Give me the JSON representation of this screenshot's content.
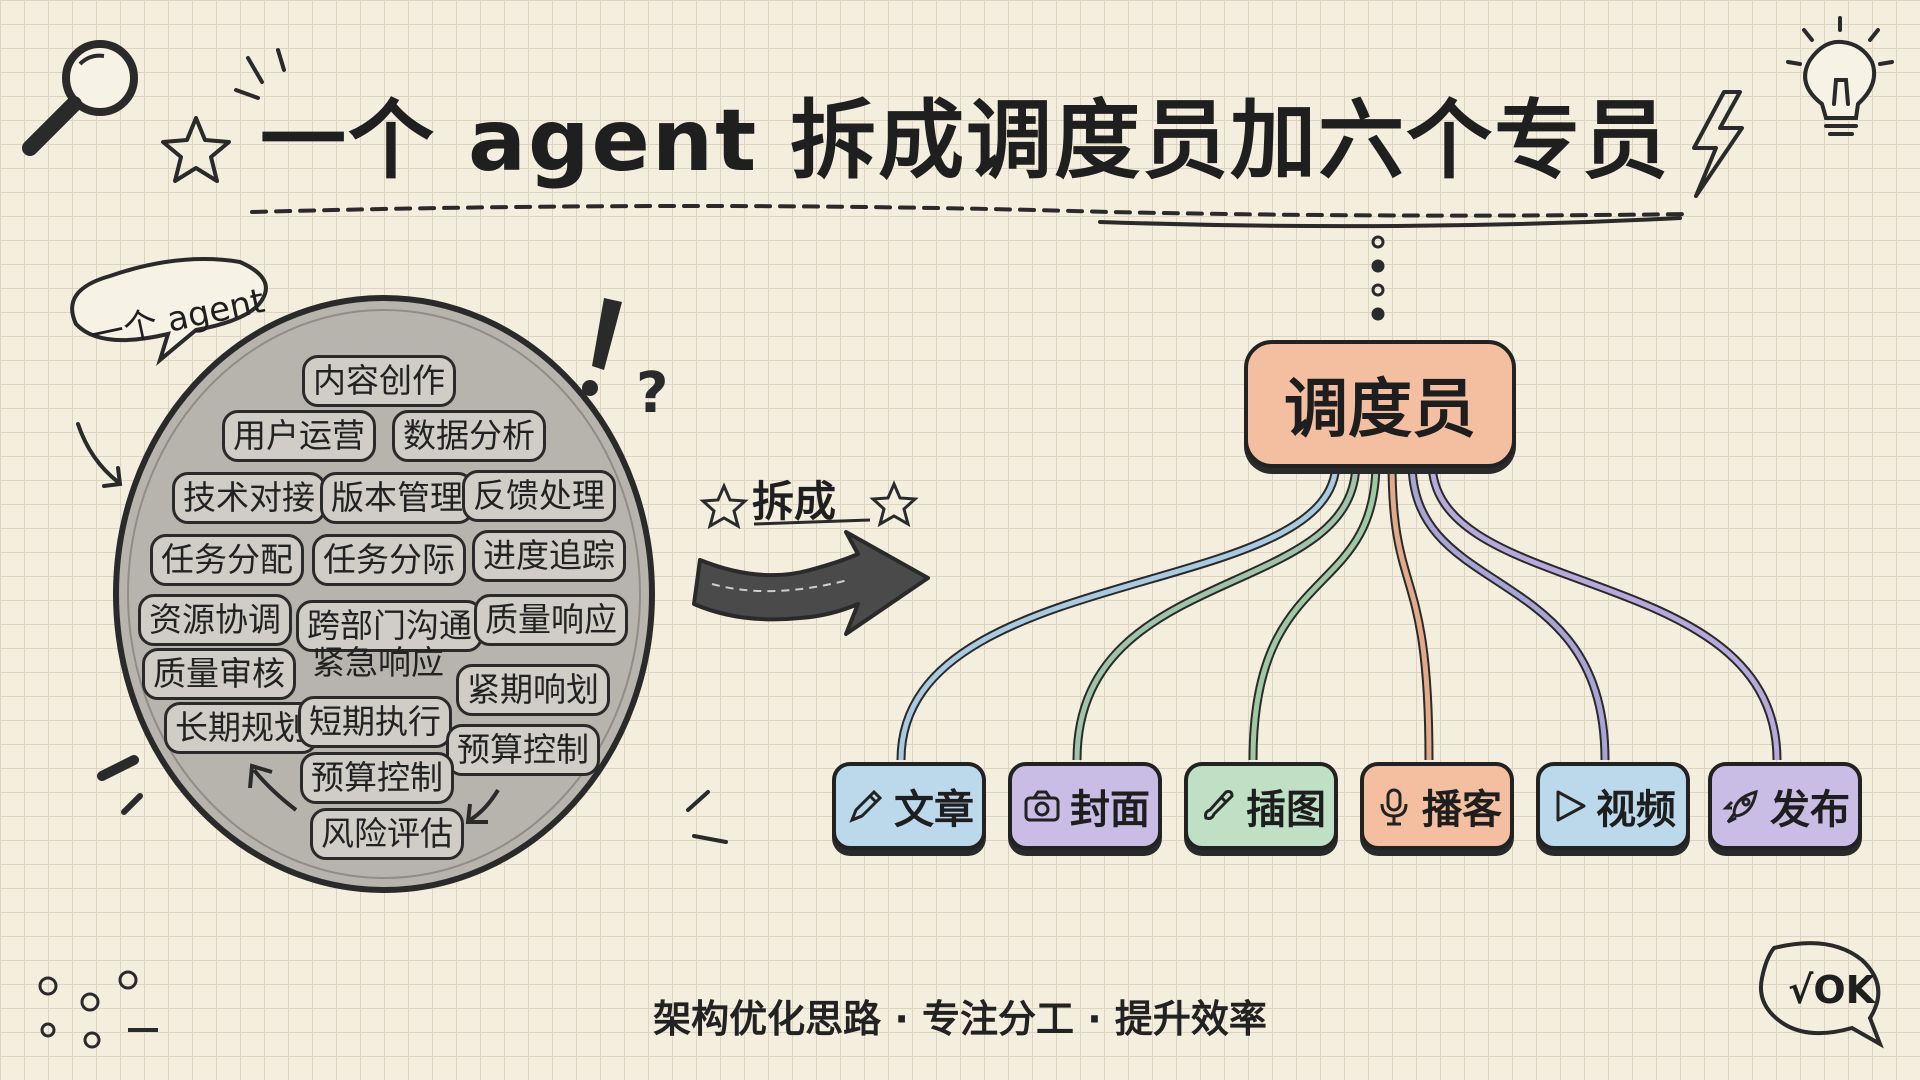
{
  "title": "一个 agent 拆成调度员加六个专员",
  "agent_bubble": "一个 agent",
  "responsibilities": [
    "内容创作",
    "用户运营",
    "数据分析",
    "技术对接",
    "版本管理",
    "反馈处理",
    "任务分配",
    "任务分际",
    "进度追踪",
    "资源协调",
    "跨部门沟通",
    "紧急响应",
    "质量响应",
    "质量审核",
    "紧期响划",
    "长期规划",
    "短期执行",
    "预算控制",
    "预算控制",
    "风险评估"
  ],
  "split_label": "拆成",
  "dispatcher": "调度员",
  "specialists": [
    {
      "label": "文章",
      "icon": "pencil-icon",
      "color": "#bcd9ec",
      "line": "#a9cbe1"
    },
    {
      "label": "封面",
      "icon": "camera-icon",
      "color": "#c9bde6",
      "line": "#9fc4a8"
    },
    {
      "label": "插图",
      "icon": "brush-icon",
      "color": "#bfe0c4",
      "line": "#9fc9a4"
    },
    {
      "label": "播客",
      "icon": "microphone-icon",
      "color": "#f4bfa0",
      "line": "#e2a98a"
    },
    {
      "label": "视频",
      "icon": "play-icon",
      "color": "#bcd9ec",
      "line": "#a9a4d6"
    },
    {
      "label": "发布",
      "icon": "rocket-icon",
      "color": "#c9bde6",
      "line": "#b7a9dc"
    }
  ],
  "footer": "架构优化思路 · 专注分工 · 提升效率",
  "ok_badge": "√OK"
}
